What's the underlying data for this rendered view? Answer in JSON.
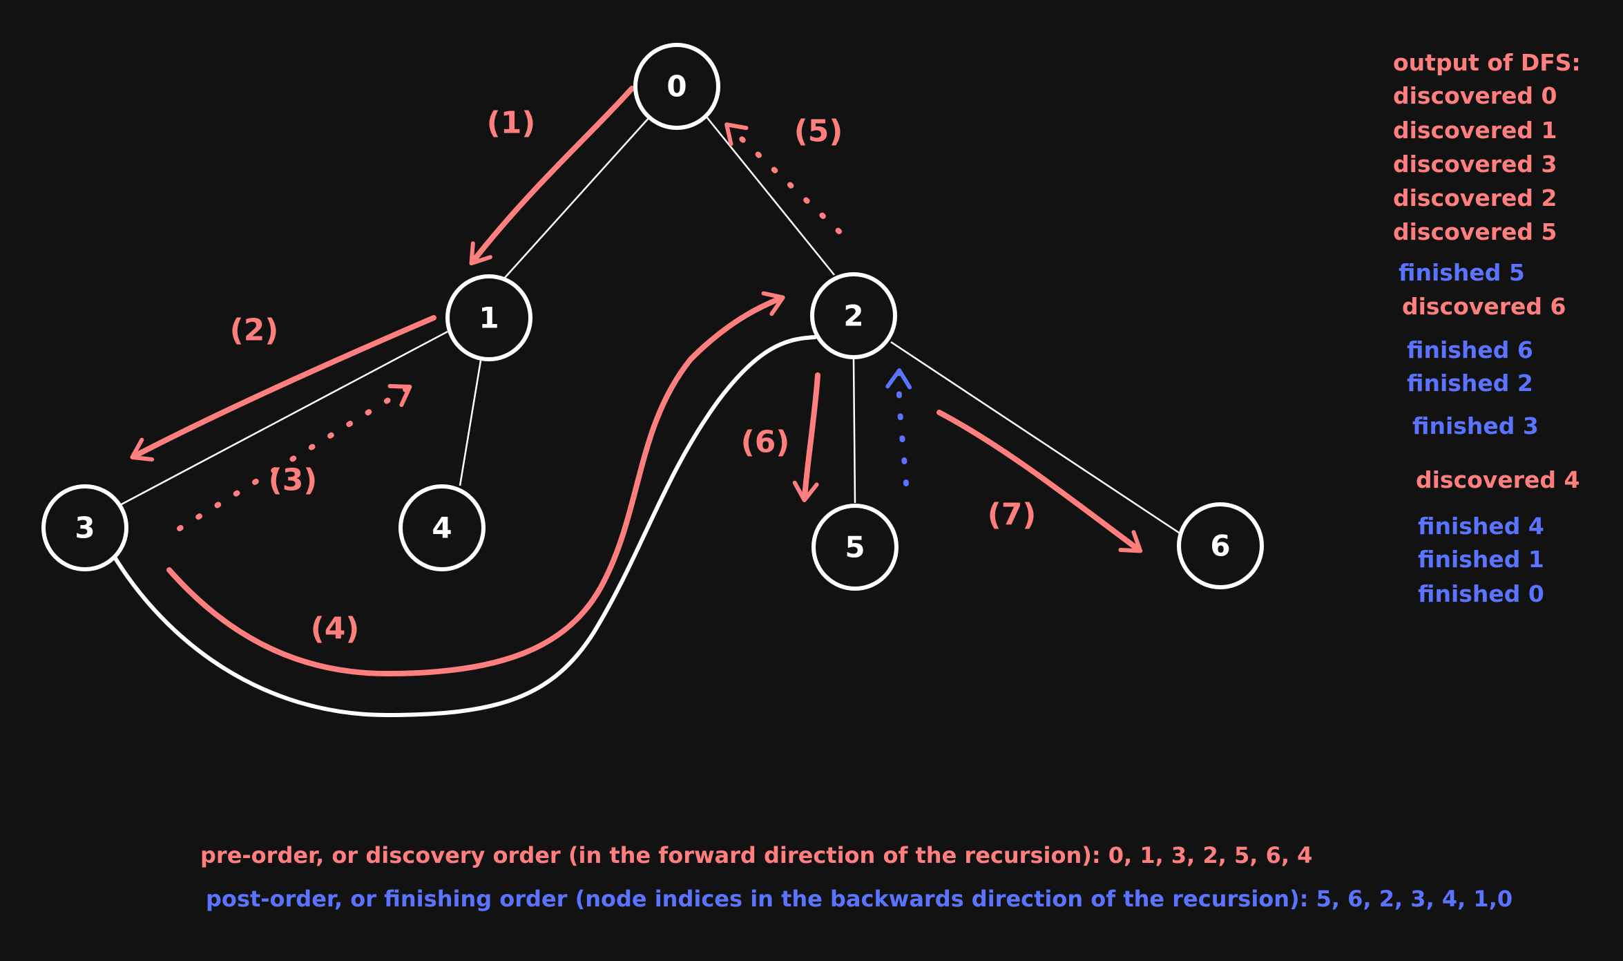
{
  "colors": {
    "background": "#121212",
    "node_stroke": "#ffffff",
    "discovered": "#ff7f7f",
    "finished": "#5b74ff"
  },
  "nodes": [
    {
      "id": "0",
      "label": "0"
    },
    {
      "id": "1",
      "label": "1"
    },
    {
      "id": "2",
      "label": "2"
    },
    {
      "id": "3",
      "label": "3"
    },
    {
      "id": "4",
      "label": "4"
    },
    {
      "id": "5",
      "label": "5"
    },
    {
      "id": "6",
      "label": "6"
    }
  ],
  "edges": [
    {
      "from": "0",
      "to": "1"
    },
    {
      "from": "0",
      "to": "2"
    },
    {
      "from": "1",
      "to": "3"
    },
    {
      "from": "1",
      "to": "4"
    },
    {
      "from": "2",
      "to": "5"
    },
    {
      "from": "2",
      "to": "6"
    },
    {
      "from": "3",
      "to": "2"
    }
  ],
  "steps": [
    {
      "label": "(1)",
      "color": "discovered"
    },
    {
      "label": "(2)",
      "color": "discovered"
    },
    {
      "label": "(3)",
      "color": "discovered"
    },
    {
      "label": "(4)",
      "color": "discovered"
    },
    {
      "label": "(5)",
      "color": "discovered"
    },
    {
      "label": "(6)",
      "color": "discovered"
    },
    {
      "label": "(7)",
      "color": "discovered"
    }
  ],
  "output_log": {
    "title": "output of DFS:",
    "lines": [
      {
        "text": "discovered 0",
        "kind": "discovered"
      },
      {
        "text": "discovered 1",
        "kind": "discovered"
      },
      {
        "text": "discovered 3",
        "kind": "discovered"
      },
      {
        "text": "discovered 2",
        "kind": "discovered"
      },
      {
        "text": "discovered 5",
        "kind": "discovered"
      },
      {
        "text": "finished 5",
        "kind": "finished"
      },
      {
        "text": "discovered 6",
        "kind": "discovered"
      },
      {
        "text": "finished 6",
        "kind": "finished"
      },
      {
        "text": "finished 2",
        "kind": "finished"
      },
      {
        "text": "finished 3",
        "kind": "finished"
      },
      {
        "text": "discovered 4",
        "kind": "discovered"
      },
      {
        "text": "finished 4",
        "kind": "finished"
      },
      {
        "text": "finished 1",
        "kind": "finished"
      },
      {
        "text": "finished 0",
        "kind": "finished"
      }
    ]
  },
  "orders": {
    "pre_order": "pre-order, or discovery order (in the forward direction of the recursion): 0, 1, 3, 2, 5, 6, 4",
    "post_order": "post-order, or finishing order (node indices in the backwards direction of the recursion): 5, 6, 2, 3, 4, 1,0"
  }
}
